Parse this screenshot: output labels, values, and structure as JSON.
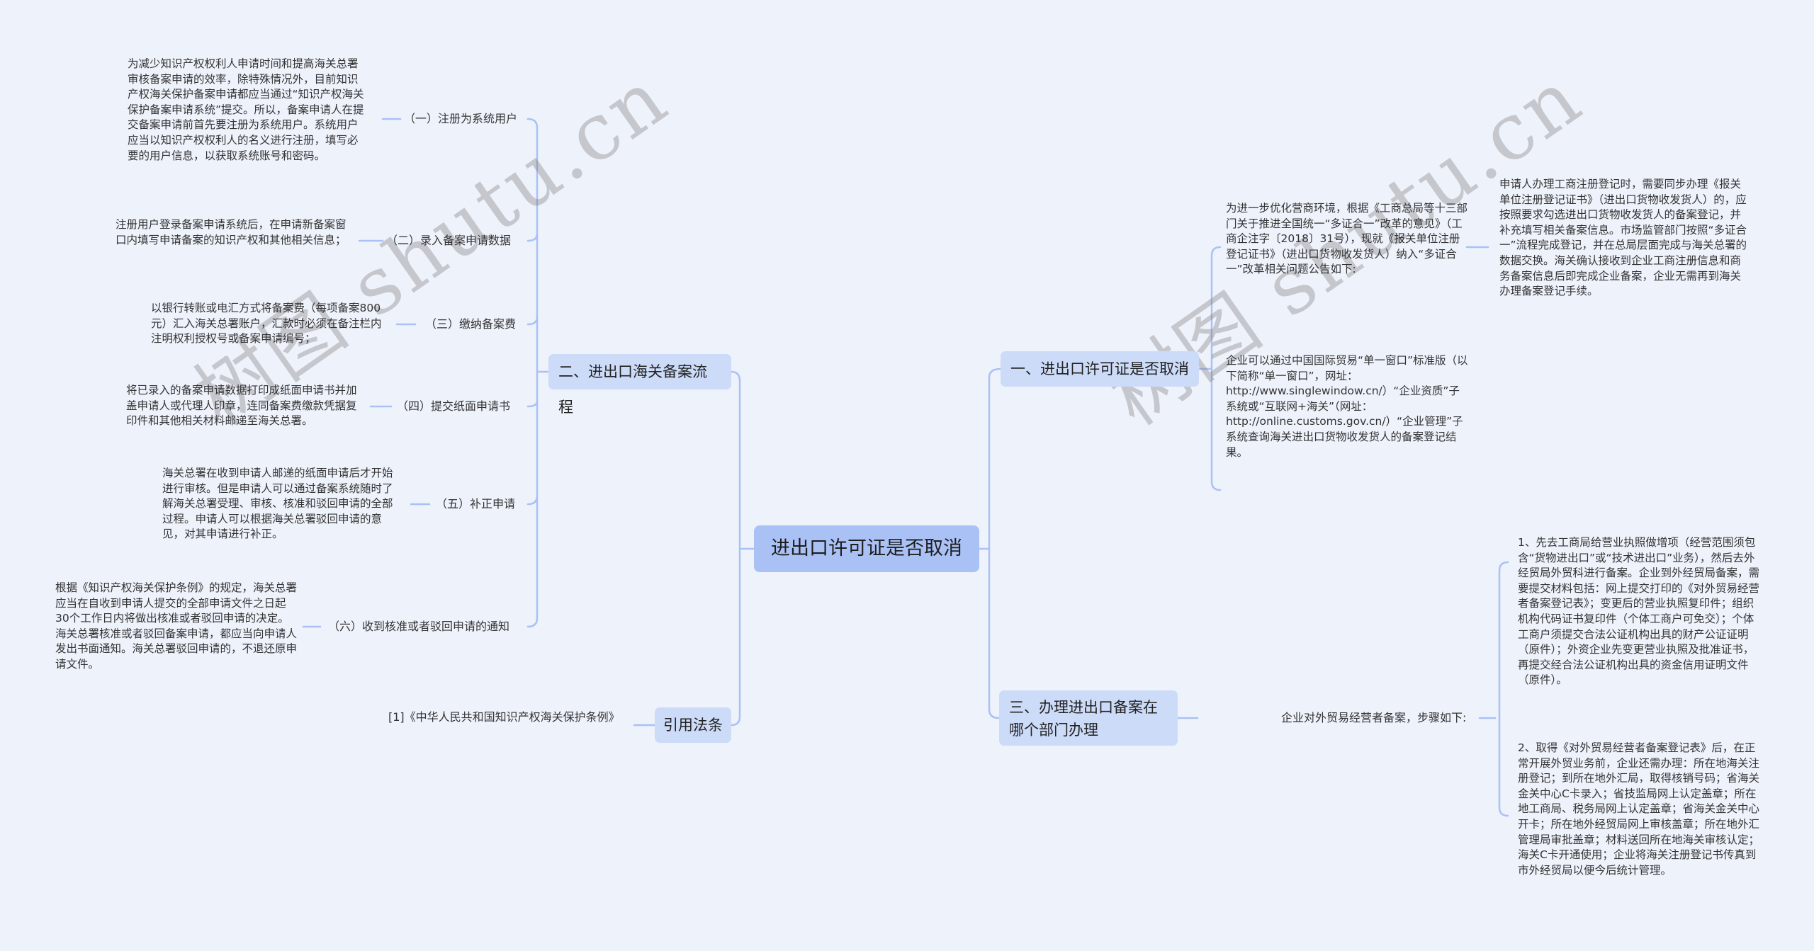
{
  "colors": {
    "background": "#eef2fb",
    "root_fill": "#a9c1f5",
    "branch_fill": "#ccdbf8",
    "connector": "#a9c1f5"
  },
  "watermark": "树图 shutu.cn",
  "root": {
    "label": "进出口许可证是否取消"
  },
  "branches": {
    "b1": {
      "label": "一、进出口许可证是否取消",
      "children": [
        {
          "text": "为进一步优化营商环境，根据《工商总局等十三部门关于推进全国统一“多证合一”改革的意见》（工商企注字〔2018〕31号），现就《报关单位注册登记证书》（进出口货物收发货人）纳入“多证合一”改革相关问题公告如下:",
          "detail": "申请人办理工商注册登记时，需要同步办理《报关单位注册登记证书》（进出口货物收发货人）的，应按照要求勾选进出口货物收发货人的备案登记，并补充填写相关备案信息。市场监管部门按照“多证合一”流程完成登记，并在总局层面完成与海关总署的数据交换。海关确认接收到企业工商注册信息和商务备案信息后即完成企业备案，企业无需再到海关办理备案登记手续。"
        },
        {
          "text": "企业可以通过中国国际贸易“单一窗口”标准版（以下简称“单一窗口”，网址：http://www.singlewindow.cn/）“企业资质”子系统或“互联网+海关”（网址：http://online.customs.gov.cn/）“企业管理”子系统查询海关进出口货物收发货人的备案登记结果。"
        }
      ]
    },
    "b2": {
      "label": "二、进出口海关备案流程",
      "children": [
        {
          "label": "（一）注册为系统用户",
          "detail": "为减少知识产权权利人申请时间和提高海关总署审核备案申请的效率，除特殊情况外，目前知识产权海关保护备案申请都应当通过“知识产权海关保护备案申请系统”提交。所以，备案申请人在提交备案申请前首先要注册为系统用户。系统用户应当以知识产权权利人的名义进行注册，填写必要的用户信息，以获取系统账号和密码。"
        },
        {
          "label": "（二）录入备案申请数据",
          "detail": "注册用户登录备案申请系统后，在申请新备案窗口内填写申请备案的知识产权和其他相关信息；"
        },
        {
          "label": "（三）缴纳备案费",
          "detail": "以银行转账或电汇方式将备案费（每项备案800元）汇入海关总署账户，汇款时必须在备注栏内注明权利授权号或备案申请编号；"
        },
        {
          "label": "（四）提交纸面申请书",
          "detail": "将已录入的备案申请数据打印成纸面申请书并加盖申请人或代理人印章，连同备案费缴款凭据复印件和其他相关材料邮递至海关总署。"
        },
        {
          "label": "（五）补正申请",
          "detail": "海关总署在收到申请人邮递的纸面申请后才开始进行审核。但是申请人可以通过备案系统随时了解海关总署受理、审核、核准和驳回申请的全部过程。申请人可以根据海关总署驳回申请的意见，对其申请进行补正。"
        },
        {
          "label": "（六）收到核准或者驳回申请的通知",
          "detail": "根据《知识产权海关保护条例》的规定，海关总署应当在自收到申请人提交的全部申请文件之日起30个工作日内将做出核准或者驳回申请的决定。海关总署核准或者驳回备案申请，都应当向申请人发出书面通知。海关总署驳回申请的，不退还原申请文件。"
        }
      ]
    },
    "b3": {
      "label": "三、办理进出口备案在哪个部门办理",
      "intro": "企业对外贸易经营者备案，步骤如下:",
      "steps": [
        "1、先去工商局给营业执照做增项（经营范围须包含“货物进出口”或“技术进出口”业务），然后去外经贸局外贸科进行备案。企业到外经贸局备案，需要提交材料包括：网上提交打印的《对外贸易经营者备案登记表》；变更后的营业执照复印件；组织机构代码证书复印件（个体工商户可免交）；个体工商户须提交合法公证机构出具的财产公证证明（原件）；外资企业先变更营业执照及批准证书，再提交经合法公证机构出具的资金信用证明文件（原件）。",
        "2、取得《对外贸易经营者备案登记表》后，在正常开展外贸业务前，企业还需办理：所在地海关注册登记；到所在地外汇局，取得核销号码；省海关金关中心C卡录入；省技监局网上认定盖章；所在地工商局、税务局网上认定盖章；省海关金关中心开卡；所在地外经贸局网上审核盖章；所在地外汇管理局审批盖章；材料送回所在地海关审核认定；海关C卡开通使用；企业将海关注册登记书传真到市外经贸局以便今后统计管理。"
      ]
    },
    "ref": {
      "label": "引用法条",
      "children": [
        "[1]《中华人民共和国知识产权海关保护条例》"
      ]
    }
  }
}
